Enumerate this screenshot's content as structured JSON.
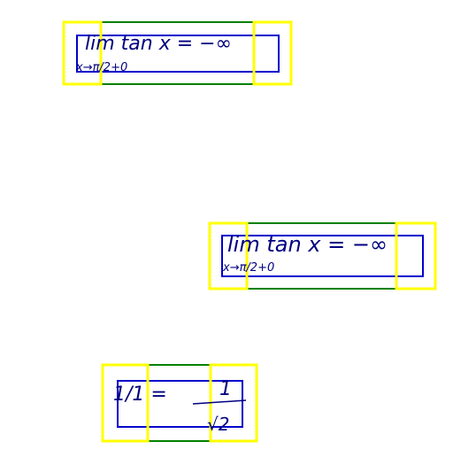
{
  "colors": {
    "background": "#ffffff",
    "outer_box": "#008000",
    "inner_box": "#0000cc",
    "side_box": "#ffff00",
    "ink": "#000080"
  },
  "samples": [
    {
      "main_text": "lim   tan x = −∞",
      "sub_text": "x→π/2+0"
    },
    {
      "main_text": "lim  tan x = −∞",
      "sub_text": "x→π/2+0"
    },
    {
      "main_text": "1/1  =",
      "numerator": "1",
      "denominator": "√2"
    }
  ]
}
